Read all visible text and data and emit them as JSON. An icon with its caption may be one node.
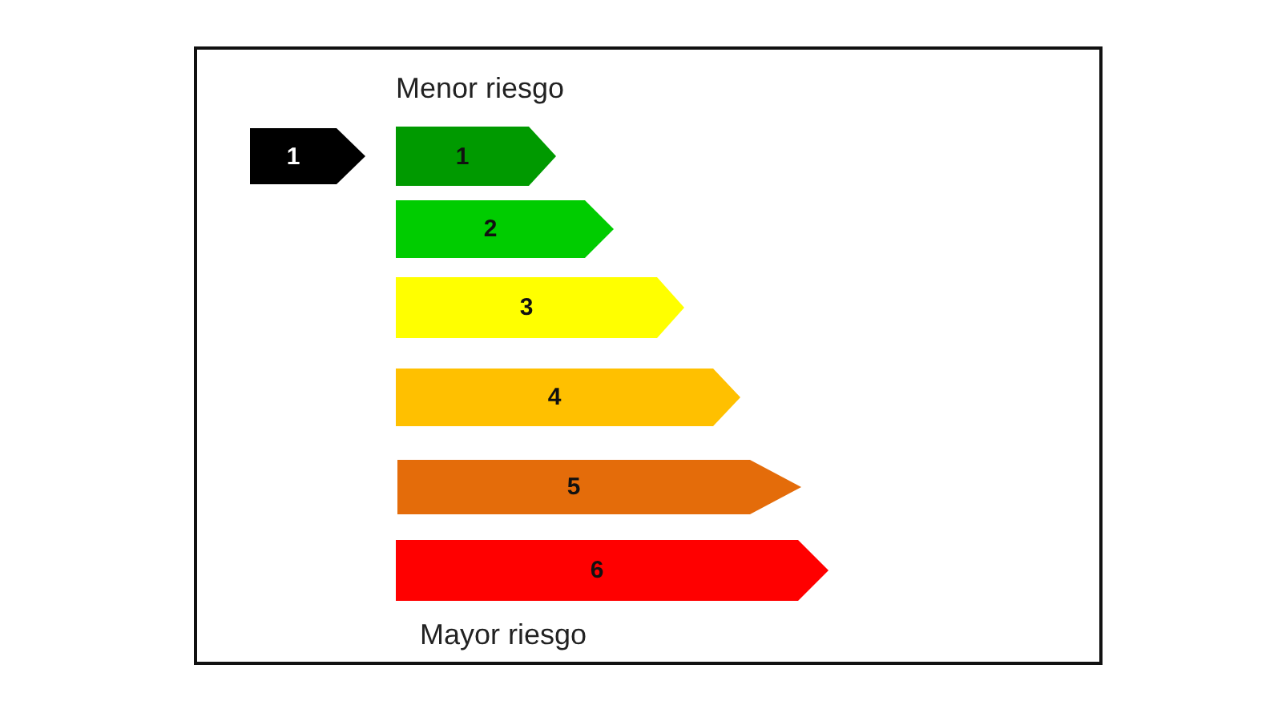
{
  "diagram": {
    "nodes": [
      {
        "text": [
          "1"
        ]
      },
      {
        "text": [
          "1"
        ]
      },
      {
        "text": [
          "2"
        ]
      },
      {
        "text": [
          "3"
        ]
      },
      {
        "text": [
          "4"
        ]
      },
      {
        "text": [
          "5"
        ]
      },
      {
        "text": [
          "6"
        ]
      }
    ],
    "labels": [
      "Menor riesgo",
      "Mayor riesgo"
    ]
  }
}
